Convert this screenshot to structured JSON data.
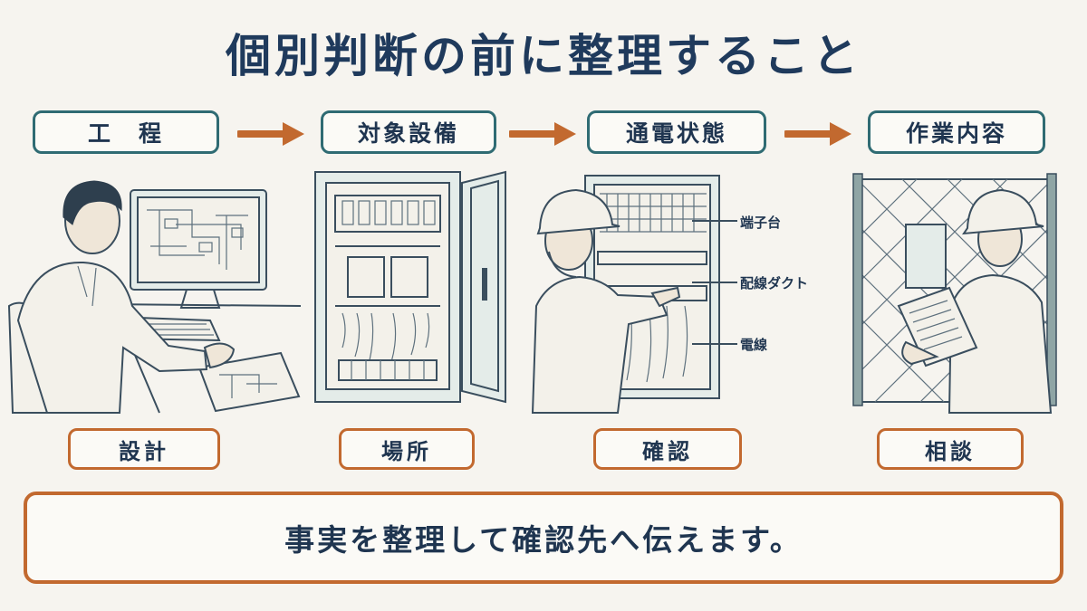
{
  "title": "個別判断の前に整理すること",
  "steps": [
    {
      "label": "工　程",
      "sub": "設計"
    },
    {
      "label": "対象設備",
      "sub": "場所"
    },
    {
      "label": "通電状態",
      "sub": "確認"
    },
    {
      "label": "作業内容",
      "sub": "相談"
    }
  ],
  "callouts": [
    "端子台",
    "配線ダクト",
    "電線"
  ],
  "banner": "事実を整理して確認先へ伝えます。",
  "colors": {
    "step_border": "#2f6b73",
    "sub_border": "#c2692f",
    "arrow": "#c2692f",
    "text": "#1f3550"
  }
}
